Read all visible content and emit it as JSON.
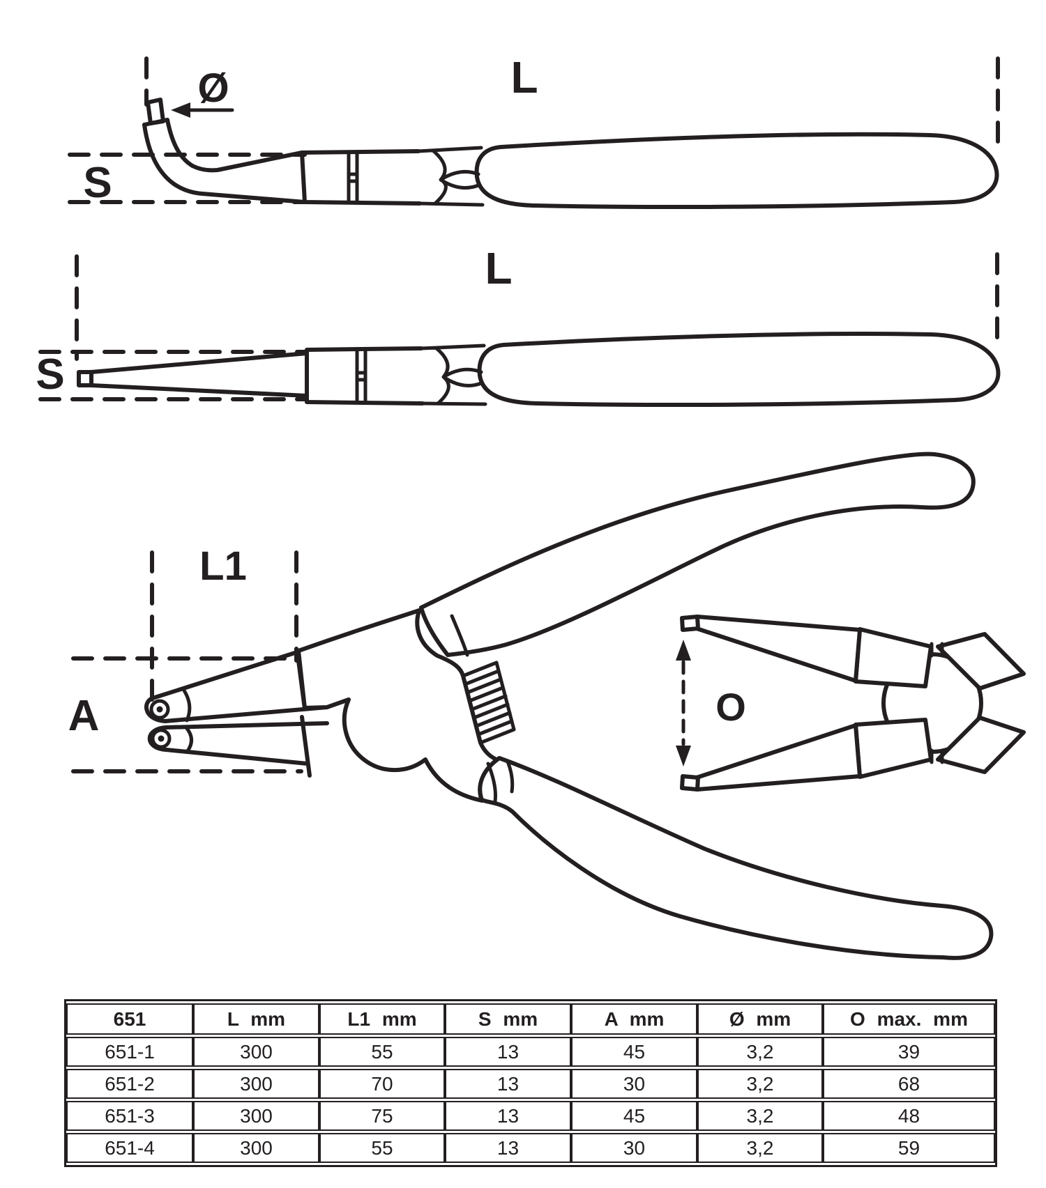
{
  "labels": {
    "diagram1": {
      "diameter": "Ø",
      "length": "L",
      "thickness": "S"
    },
    "diagram2": {
      "length": "L",
      "thickness": "S"
    },
    "diagram3": {
      "jaw_length": "L1",
      "tip_distance": "A",
      "max_opening": "O"
    }
  },
  "table": {
    "headers": [
      "651",
      "L mm",
      "L1 mm",
      "S mm",
      "A mm",
      "Ø mm",
      "O max. mm"
    ],
    "rows": [
      [
        "651-1",
        "300",
        "55",
        "13",
        "45",
        "3,2",
        "39"
      ],
      [
        "651-2",
        "300",
        "70",
        "13",
        "30",
        "3,2",
        "68"
      ],
      [
        "651-3",
        "300",
        "75",
        "13",
        "45",
        "3,2",
        "48"
      ],
      [
        "651-4",
        "300",
        "55",
        "13",
        "30",
        "3,2",
        "59"
      ]
    ]
  },
  "colors": {
    "line": "#231f20",
    "background": "#ffffff"
  }
}
